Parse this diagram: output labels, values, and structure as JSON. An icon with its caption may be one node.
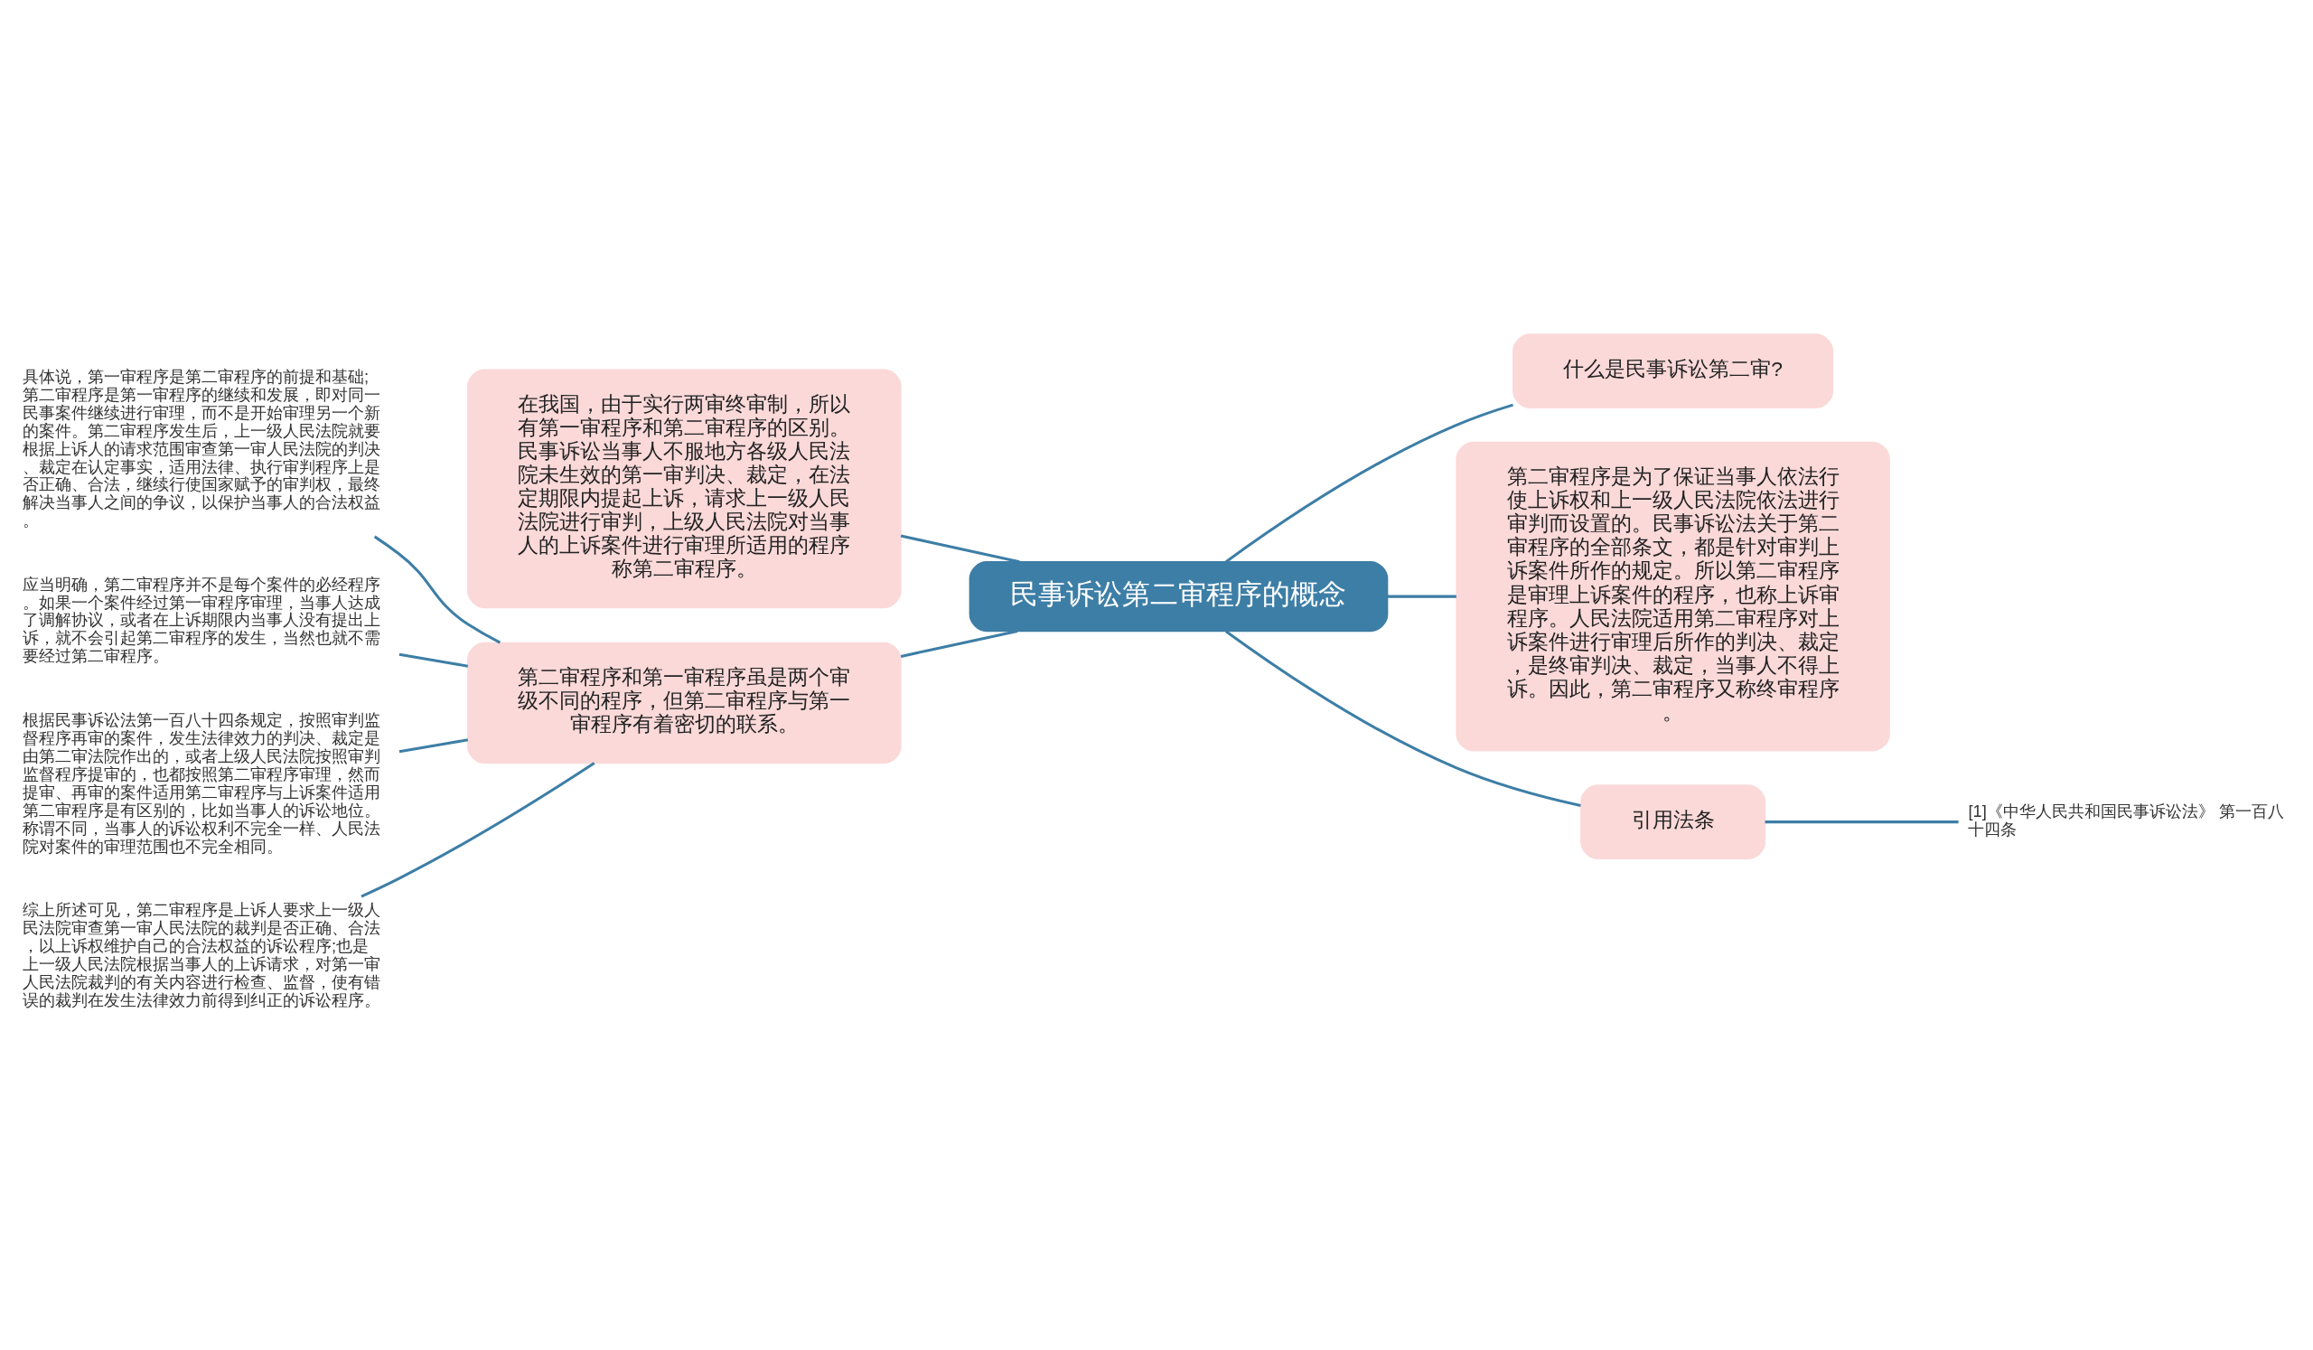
{
  "diagram": {
    "nodes": [
      {
        "text": [
          "民事诉讼第二审程序的概念"
        ]
      },
      {
        "text": [
          "在我国，由于实行两审终审制，所以有第一审程序和第二审程序的区别。民事诉讼当事人不服地方各级人民法院未生效的第一审判决、裁定，在法定期限内提起上诉，请求上一级人民法院进行审判，上级人民法院对当事人的上诉案件进行审理所适用的程序称第二审程序。"
        ]
      },
      {
        "text": [
          "什么是民事诉讼第二审?"
        ]
      },
      {
        "text": [
          "第二审程序是为了保证当事人依法行使上诉权和上一级人民法院依法进行审判而设置的。民事诉讼法关于第二审程序的全部条文，都是针对审判上诉案件所作的规定。所以第二审程序是审理上诉案件的程序，也称上诉审程序。人民法院适用第二审程序对上诉案件进行审理后所作的判决、裁定，是终审判决、裁定，当事人不得上诉。因此，第二审程序又称终审程序。"
        ]
      },
      {
        "text": [
          "引用法条"
        ]
      },
      {
        "text": [
          "[1]《中华人民共和国民事诉讼法》 第一百八十四条"
        ]
      },
      {
        "text": [
          "第二审程序和第一审程序虽是两个审级不同的程序，但第二审程序与第一审程序有着密切的联系。"
        ]
      },
      {
        "text": [
          "具体说，第一审程序是第二审程序的前提和基础;第二审程序是第一审程序的继续和发展，即对同一民事案件继续进行审理，而不是开始审理另一个新的案件。第二审程序发生后，上一级人民法院就要根据上诉人的请求范围审查第一审人民法院的判决、裁定在认定事实，适用法律、执行审判程序上是否正确、合法，继续行使国家赋予的审判权，最终解决当事人之间的争议，以保护当事人的合法权益。"
        ]
      },
      {
        "text": [
          "应当明确，第二审程序并不是每个案件的必经程序。如果一个案件经过第一审程序审理，当事人达成了调解协议，或者在上诉期限内当事人没有提出上诉，就不会引起第二审程序的发生，当然也就不需要经过第二审程序。"
        ]
      },
      {
        "text": [
          "根据民事诉讼法第一百八十四条规定，按照审判监督程序再审的案件，发生法律效力的判决、裁定是由第二审法院作出的，或者上级人民法院按照审判监督程序提审的，也都按照第二审程序审理，然而提审、再审的案件适用第二审程序与上诉案件适用第二审程序是有区别的，比如当事人的诉讼地位。称谓不同，当事人的诉讼权利不完全一样、人民法院对案件的审理范围也不完全相同。"
        ]
      },
      {
        "text": [
          "综上所述可见，第二审程序是上诉人要求上一级人民法院审查第一审人民法院的裁判是否正确、合法，以上诉权维护自己的合法权益的诉讼程序;也是上一级人民法院根据当事人的上诉请求，对第一审人民法院裁判的有关内容进行检查、监督，使有错误的裁判在发生法律效力前得到纠正的诉讼程序。"
        ]
      }
    ],
    "edges": [
      {
        "from": 0,
        "to": 1,
        "arrow": "none"
      },
      {
        "from": 0,
        "to": 2,
        "arrow": "none"
      },
      {
        "from": 0,
        "to": 3,
        "arrow": "none"
      },
      {
        "from": 0,
        "to": 4,
        "arrow": "none"
      },
      {
        "from": 4,
        "to": 5,
        "arrow": "none"
      },
      {
        "from": 0,
        "to": 6,
        "arrow": "none"
      },
      {
        "from": 6,
        "to": 7,
        "arrow": "none"
      },
      {
        "from": 6,
        "to": 8,
        "arrow": "none"
      },
      {
        "from": 6,
        "to": 9,
        "arrow": "none"
      },
      {
        "from": 6,
        "to": 10,
        "arrow": "none"
      }
    ]
  }
}
